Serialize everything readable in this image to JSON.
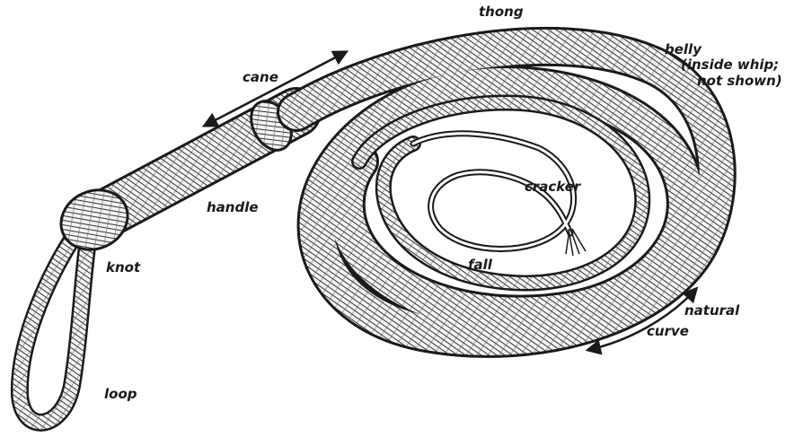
{
  "labels": {
    "thong": "thong",
    "belly_line1": "belly",
    "belly_line2": "(inside whip;",
    "belly_line3": "not shown)",
    "cane": "cane",
    "handle": "handle",
    "cracker": "cracker",
    "knot": "knot",
    "fall": "fall",
    "natural": "natural",
    "curve": "curve",
    "loop": "loop"
  },
  "colors": {
    "ink": "#1a1a1a",
    "paper": "#ffffff",
    "braid": "#f4f4f4"
  }
}
